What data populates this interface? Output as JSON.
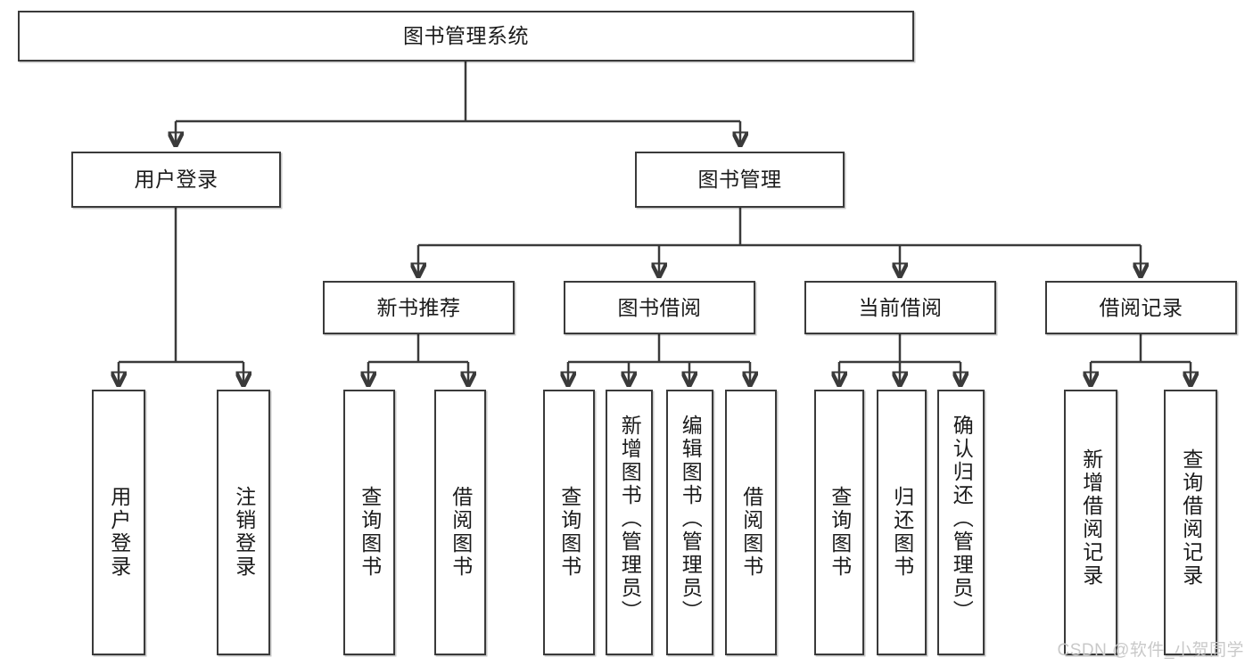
{
  "diagram": {
    "title": "图书管理系统",
    "type": "function-hierarchy-tree",
    "root": {
      "label": "图书管理系统"
    },
    "level2": [
      {
        "label": "用户登录"
      },
      {
        "label": "图书管理"
      }
    ],
    "level3": [
      {
        "label": "新书推荐"
      },
      {
        "label": "图书借阅"
      },
      {
        "label": "当前借阅"
      },
      {
        "label": "借阅记录"
      }
    ],
    "leaves": {
      "user_login": [
        {
          "label": "用户登录"
        },
        {
          "label": "注销登录"
        }
      ],
      "new_book_recommend": [
        {
          "label": "查询图书"
        },
        {
          "label": "借阅图书"
        }
      ],
      "book_borrow": [
        {
          "label": "查询图书"
        },
        {
          "label": "新增图书（管理员）"
        },
        {
          "label": "编辑图书（管理员）"
        },
        {
          "label": "借阅图书"
        }
      ],
      "current_borrow": [
        {
          "label": "查询图书"
        },
        {
          "label": "归还图书"
        },
        {
          "label": "确认归还（管理员）"
        }
      ],
      "borrow_record": [
        {
          "label": "新增借阅记录"
        },
        {
          "label": "查询借阅记录"
        }
      ]
    }
  },
  "watermark": {
    "text": "CSDN @软件_小贺同学"
  },
  "colors": {
    "border": "#3a3a3a",
    "text": "#1b1b1b",
    "background": "#ffffff",
    "watermark": "#c9c9c9"
  }
}
